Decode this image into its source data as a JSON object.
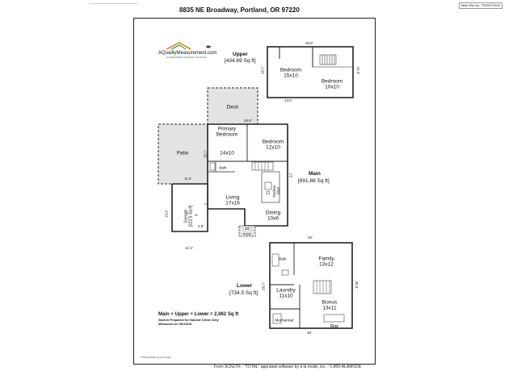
{
  "header": {
    "address": "8835 NE Broadway, Portland, OR 97220",
    "main_file_no": "Main File No. TR25070108"
  },
  "logo": {
    "name": "AQualityMeasurement.com",
    "sub": "GUARANTEED SQUARE FOOTAGE"
  },
  "levels": {
    "upper": {
      "title": "Upper",
      "area": "[434.69 Sq ft]"
    },
    "main": {
      "title": "Main",
      "area": "[891.88 Sq ft]"
    },
    "lower": {
      "title": "Lower",
      "area": "[734.5 Sq ft]"
    }
  },
  "rooms": {
    "upper_bedroom1": {
      "name": "Bedroom",
      "size": "15x10"
    },
    "upper_bedroom2": {
      "name": "Bedroom",
      "size": "10x10"
    },
    "deck": {
      "name": "Deck"
    },
    "patio": {
      "name": "Patio"
    },
    "primary_bedroom": {
      "name": "Primary\nBedroom",
      "size": "14x10"
    },
    "bedroom_main": {
      "name": "Bedroom",
      "size": "12x10"
    },
    "bath_main": {
      "name": "Bath"
    },
    "living": {
      "name": "Living",
      "size": "17x16"
    },
    "kitchen": {
      "name": "Kitchen",
      "size": "10x9"
    },
    "dining": {
      "name": "Dining",
      "size": "10x6"
    },
    "porch": {
      "name": "Porch"
    },
    "garage": {
      "name": "Garage",
      "area": "[222.5 Sq ft]"
    },
    "bath_lower": {
      "name": "Bath"
    },
    "family": {
      "name": "Family",
      "size": "13x12"
    },
    "laundry": {
      "name": "Laundry",
      "size": "11x10"
    },
    "bonus": {
      "name": "Bonus",
      "size": "13x11"
    },
    "mechanical": {
      "name": "Mechanical"
    },
    "bar": {
      "name": "Bar"
    }
  },
  "dimensions": {
    "upper_top": "26.8'",
    "upper_left": "16.7'",
    "upper_right": "16.3'",
    "upper_bottom": "13.5'",
    "deck_bottom": "26.8'",
    "patio_left": "16.7'",
    "patio_bottom": "11.5'",
    "main_right": "22'",
    "garage_left": "19.8'",
    "garage_bottom": "12.3'",
    "garage_small": "2.8'",
    "garage_side": "8'",
    "porch_dim": "10'",
    "lower_top": "26'",
    "lower_left": "28.3'",
    "lower_right": "28.3'",
    "lower_bottom": "26'"
  },
  "summary": {
    "total": "Main + Upper + Lower = 2,062 Sq ft",
    "line1": "Sketch Prepared for Named Client Only",
    "line2": "Measured on 05/16/25"
  },
  "footer": {
    "left_note": "TOTAL Sketch by a la mode",
    "form": "Form SCNLTR - \"TOTAL\" appraisal software by a la mode, inc. - 1-800-ALAMODE"
  }
}
